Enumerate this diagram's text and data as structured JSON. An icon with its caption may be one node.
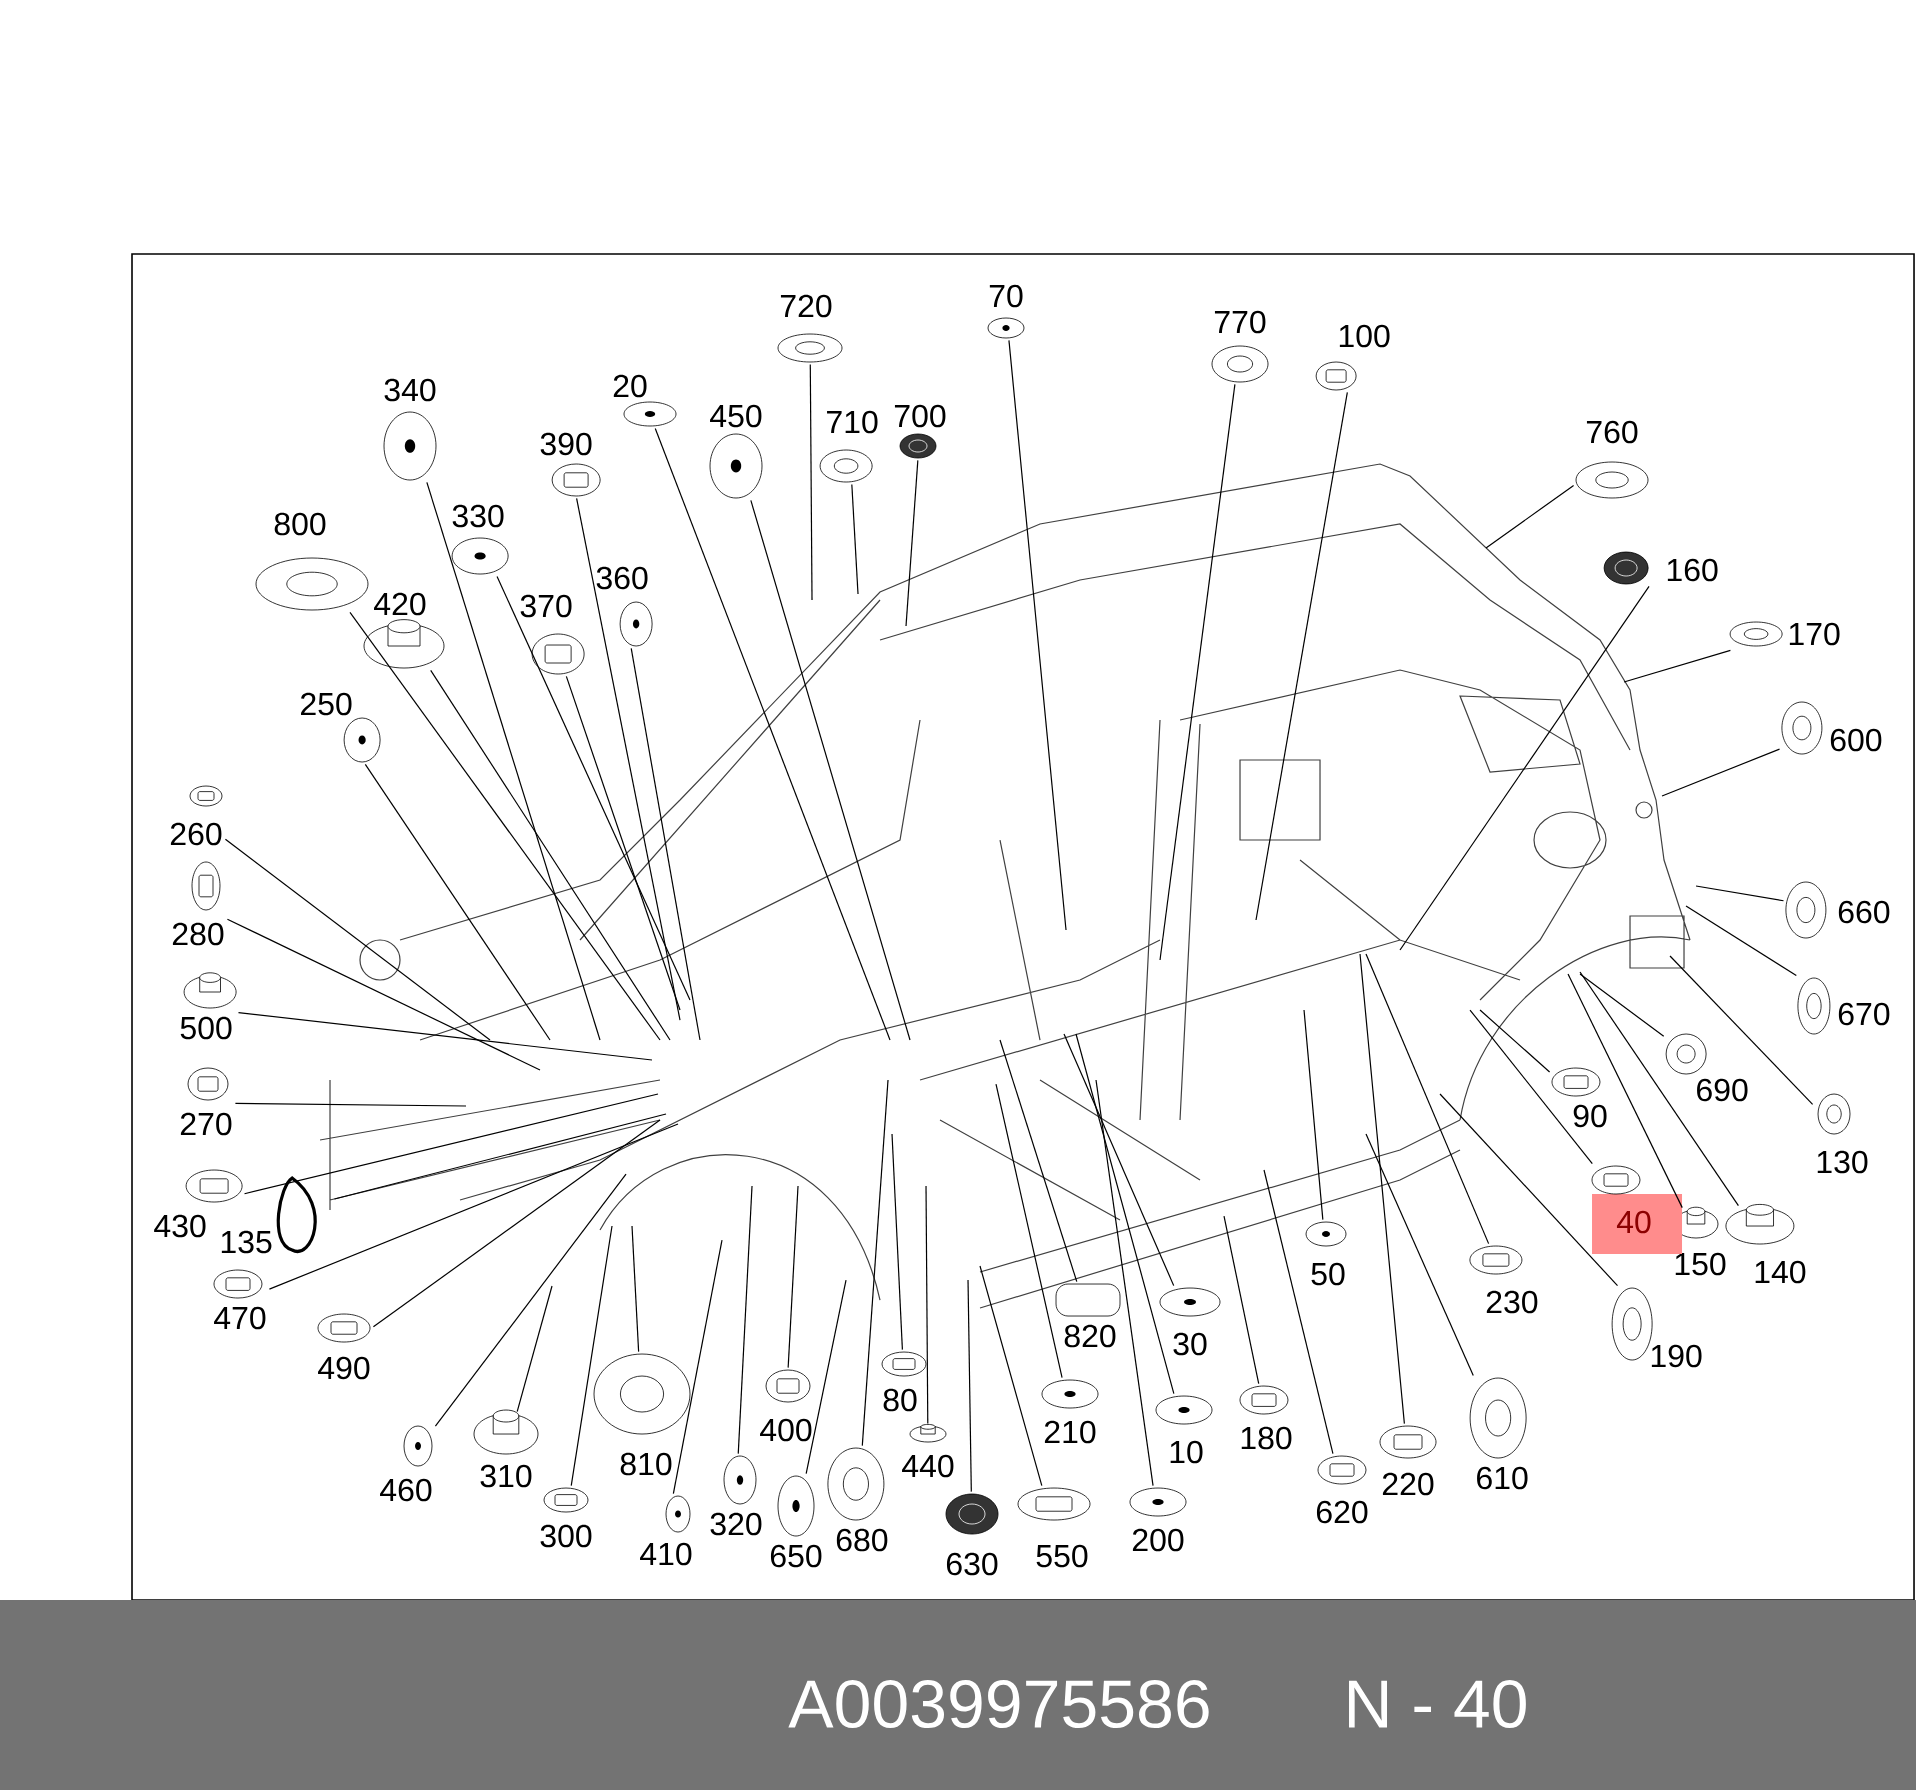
{
  "diagram": {
    "nodes": [
      {
        "text": [
          "720"
        ]
      },
      {
        "text": [
          "70"
        ]
      },
      {
        "text": [
          "770"
        ]
      },
      {
        "text": [
          "100"
        ]
      },
      {
        "text": [
          "760"
        ]
      },
      {
        "text": [
          "160"
        ]
      },
      {
        "text": [
          "170"
        ]
      },
      {
        "text": [
          "600"
        ]
      },
      {
        "text": [
          "660"
        ]
      },
      {
        "text": [
          "670"
        ]
      },
      {
        "text": [
          "690"
        ]
      },
      {
        "text": [
          "130"
        ]
      },
      {
        "text": [
          "140"
        ]
      },
      {
        "text": [
          "150"
        ]
      },
      {
        "text": [
          "40"
        ]
      },
      {
        "text": [
          "90"
        ]
      },
      {
        "text": [
          "230"
        ]
      },
      {
        "text": [
          "190"
        ]
      },
      {
        "text": [
          "610"
        ]
      },
      {
        "text": [
          "220"
        ]
      },
      {
        "text": [
          "620"
        ]
      },
      {
        "text": [
          "180"
        ]
      },
      {
        "text": [
          "50"
        ]
      },
      {
        "text": [
          "10"
        ]
      },
      {
        "text": [
          "200"
        ]
      },
      {
        "text": [
          "30"
        ]
      },
      {
        "text": [
          "820"
        ]
      },
      {
        "text": [
          "210"
        ]
      },
      {
        "text": [
          "550"
        ]
      },
      {
        "text": [
          "630"
        ]
      },
      {
        "text": [
          "440"
        ]
      },
      {
        "text": [
          "80"
        ]
      },
      {
        "text": [
          "680"
        ]
      },
      {
        "text": [
          "650"
        ]
      },
      {
        "text": [
          "320"
        ]
      },
      {
        "text": [
          "400"
        ]
      },
      {
        "text": [
          "410"
        ]
      },
      {
        "text": [
          "300"
        ]
      },
      {
        "text": [
          "810"
        ]
      },
      {
        "text": [
          "310"
        ]
      },
      {
        "text": [
          "460"
        ]
      },
      {
        "text": [
          "490"
        ]
      },
      {
        "text": [
          "470"
        ]
      },
      {
        "text": [
          "135"
        ]
      },
      {
        "text": [
          "430"
        ]
      },
      {
        "text": [
          "270"
        ]
      },
      {
        "text": [
          "500"
        ]
      },
      {
        "text": [
          "280"
        ]
      },
      {
        "text": [
          "260"
        ]
      },
      {
        "text": [
          "250"
        ]
      },
      {
        "text": [
          "800"
        ]
      },
      {
        "text": [
          "420"
        ]
      },
      {
        "text": [
          "340"
        ]
      },
      {
        "text": [
          "330"
        ]
      },
      {
        "text": [
          "390"
        ]
      },
      {
        "text": [
          "370"
        ]
      },
      {
        "text": [
          "360"
        ]
      },
      {
        "text": [
          "20"
        ]
      },
      {
        "text": [
          "450"
        ]
      },
      {
        "text": [
          "710"
        ]
      },
      {
        "text": [
          "700"
        ]
      }
    ],
    "edges": [
      {
        "from": 0,
        "to": null,
        "arrow": "none"
      },
      {
        "from": 1,
        "to": null,
        "arrow": "none"
      },
      {
        "from": 2,
        "to": null,
        "arrow": "none"
      },
      {
        "from": 3,
        "to": null,
        "arrow": "none"
      },
      {
        "from": 4,
        "to": null,
        "arrow": "none"
      },
      {
        "from": 5,
        "to": null,
        "arrow": "none"
      },
      {
        "from": 6,
        "to": null,
        "arrow": "none"
      },
      {
        "from": 7,
        "to": null,
        "arrow": "none"
      },
      {
        "from": 8,
        "to": null,
        "arrow": "none"
      },
      {
        "from": 9,
        "to": null,
        "arrow": "none"
      },
      {
        "from": 10,
        "to": null,
        "arrow": "none"
      },
      {
        "from": 11,
        "to": null,
        "arrow": "none"
      },
      {
        "from": 12,
        "to": null,
        "arrow": "none"
      },
      {
        "from": 13,
        "to": null,
        "arrow": "none"
      },
      {
        "from": 14,
        "to": null,
        "arrow": "none"
      },
      {
        "from": 15,
        "to": null,
        "arrow": "none"
      },
      {
        "from": 16,
        "to": null,
        "arrow": "none"
      },
      {
        "from": 17,
        "to": null,
        "arrow": "none"
      },
      {
        "from": 18,
        "to": null,
        "arrow": "none"
      },
      {
        "from": 19,
        "to": null,
        "arrow": "none"
      },
      {
        "from": 20,
        "to": null,
        "arrow": "none"
      },
      {
        "from": 21,
        "to": null,
        "arrow": "none"
      },
      {
        "from": 22,
        "to": null,
        "arrow": "none"
      },
      {
        "from": 23,
        "to": null,
        "arrow": "none"
      },
      {
        "from": 24,
        "to": null,
        "arrow": "none"
      },
      {
        "from": 25,
        "to": null,
        "arrow": "none"
      },
      {
        "from": 26,
        "to": null,
        "arrow": "none"
      },
      {
        "from": 27,
        "to": null,
        "arrow": "none"
      },
      {
        "from": 28,
        "to": null,
        "arrow": "none"
      },
      {
        "from": 29,
        "to": null,
        "arrow": "none"
      },
      {
        "from": 30,
        "to": null,
        "arrow": "none"
      },
      {
        "from": 31,
        "to": null,
        "arrow": "none"
      },
      {
        "from": 32,
        "to": null,
        "arrow": "none"
      },
      {
        "from": 33,
        "to": null,
        "arrow": "none"
      },
      {
        "from": 34,
        "to": null,
        "arrow": "none"
      },
      {
        "from": 35,
        "to": null,
        "arrow": "none"
      },
      {
        "from": 36,
        "to": null,
        "arrow": "none"
      },
      {
        "from": 37,
        "to": null,
        "arrow": "none"
      },
      {
        "from": 38,
        "to": null,
        "arrow": "none"
      },
      {
        "from": 39,
        "to": null,
        "arrow": "none"
      },
      {
        "from": 40,
        "to": null,
        "arrow": "none"
      },
      {
        "from": 41,
        "to": null,
        "arrow": "none"
      },
      {
        "from": 42,
        "to": null,
        "arrow": "none"
      },
      {
        "from": 43,
        "to": null,
        "arrow": "none"
      },
      {
        "from": 44,
        "to": null,
        "arrow": "none"
      },
      {
        "from": 45,
        "to": null,
        "arrow": "none"
      },
      {
        "from": 46,
        "to": null,
        "arrow": "none"
      },
      {
        "from": 47,
        "to": null,
        "arrow": "none"
      },
      {
        "from": 48,
        "to": null,
        "arrow": "none"
      },
      {
        "from": 49,
        "to": null,
        "arrow": "none"
      },
      {
        "from": 50,
        "to": null,
        "arrow": "none"
      },
      {
        "from": 51,
        "to": null,
        "arrow": "none"
      },
      {
        "from": 52,
        "to": null,
        "arrow": "none"
      },
      {
        "from": 53,
        "to": null,
        "arrow": "none"
      },
      {
        "from": 54,
        "to": null,
        "arrow": "none"
      },
      {
        "from": 55,
        "to": null,
        "arrow": "none"
      },
      {
        "from": 56,
        "to": null,
        "arrow": "none"
      },
      {
        "from": 57,
        "to": null,
        "arrow": "none"
      },
      {
        "from": 58,
        "to": null,
        "arrow": "none"
      },
      {
        "from": 59,
        "to": null,
        "arrow": "none"
      },
      {
        "from": 60,
        "to": null,
        "arrow": "none"
      }
    ],
    "labels": [
      "A0039975586",
      "N - 40"
    ]
  }
}
